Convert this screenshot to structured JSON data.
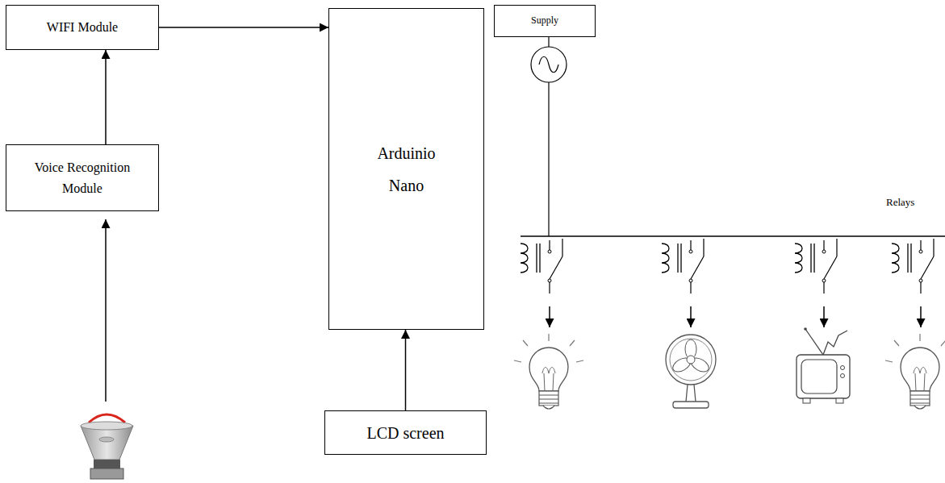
{
  "diagram": {
    "nodes": [
      {
        "text": [
          "WIFI Module"
        ]
      },
      {
        "text": [
          "Arduinio Nano"
        ]
      },
      {
        "text": [
          "Supply"
        ]
      },
      {
        "text": [
          "Voice Recognition Module"
        ]
      },
      {
        "text": [
          "LCD screen"
        ]
      }
    ],
    "edges": [
      {
        "from": 3,
        "to": 0,
        "arrow": "to"
      },
      {
        "from": 0,
        "to": 1,
        "arrow": "to"
      },
      {
        "from": 4,
        "to": 1,
        "arrow": "to"
      }
    ],
    "labels": [
      "Relays"
    ]
  }
}
